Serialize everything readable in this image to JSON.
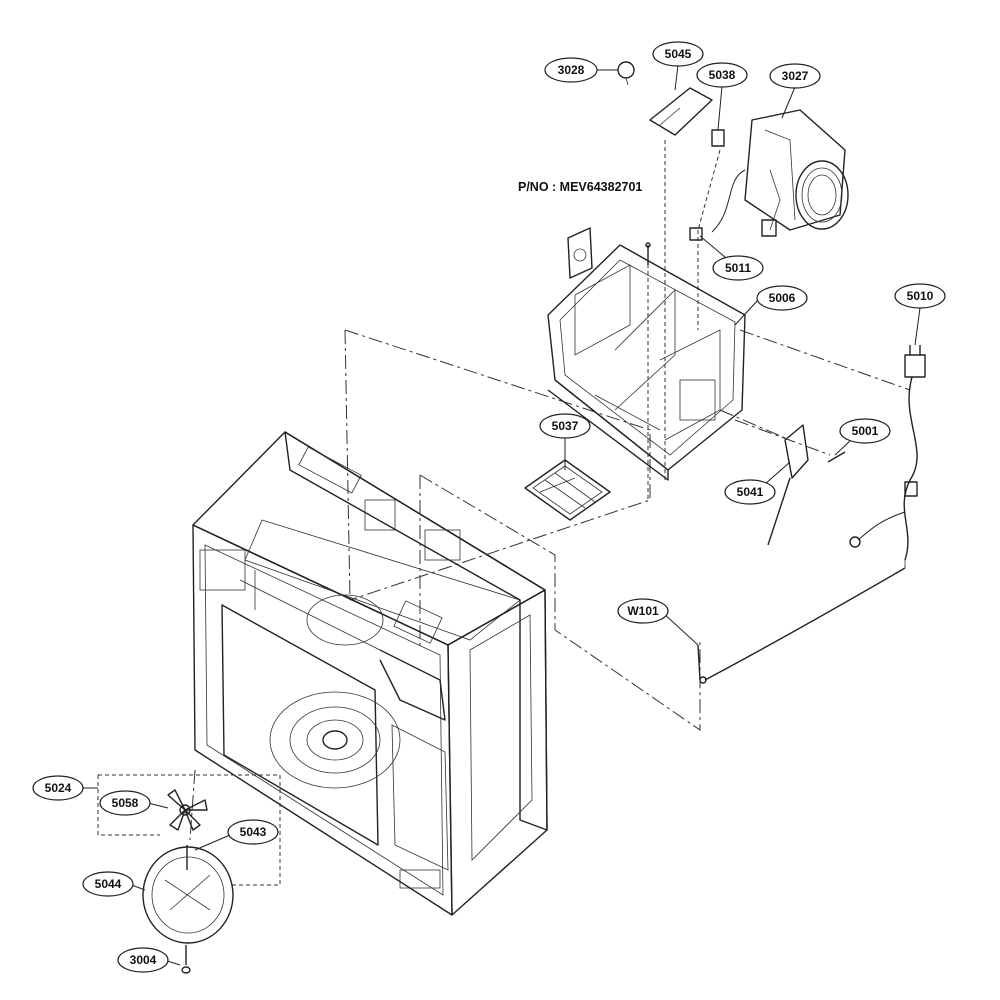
{
  "part_number_note": "P/NO : MEV64382701",
  "callouts": {
    "c3028": "3028",
    "c5045": "5045",
    "c5038": "5038",
    "c3027": "3027",
    "c5011": "5011",
    "c5006": "5006",
    "c5010": "5010",
    "c5037": "5037",
    "c5001": "5001",
    "c5041": "5041",
    "cW101": "W101",
    "c5024": "5024",
    "c5058": "5058",
    "c5043": "5043",
    "c5044": "5044",
    "c3004": "3004"
  }
}
